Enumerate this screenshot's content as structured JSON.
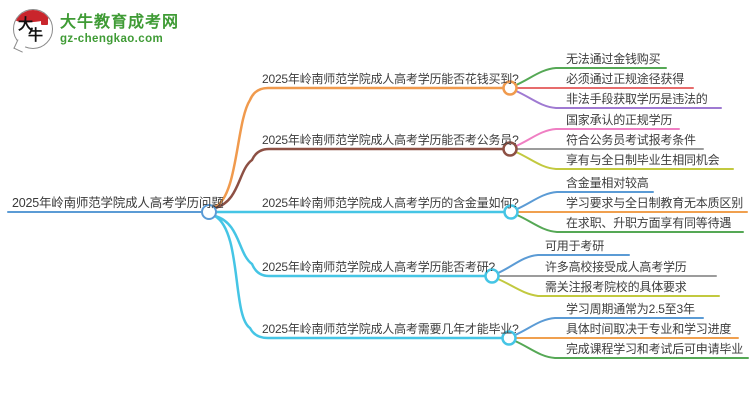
{
  "brand": {
    "name": "大牛教育成考网",
    "domain": "gz-chengkao.com",
    "icon": "daniu-speech-bubble-icon",
    "icon_char_1": "大",
    "icon_char_2": "牛",
    "brand_green": "#3f9b35",
    "seal_red": "#c9252c"
  },
  "palette": {
    "root_blue": "#5b9bd5",
    "cyan": "#45c5e5",
    "orange": "#f09a4d",
    "maroon": "#8d5044",
    "green": "#55a855",
    "red": "#e76c6c",
    "purple": "#9f7ad2",
    "pink": "#ef7fc3",
    "gray": "#9c9c9c",
    "olive": "#c2c93f",
    "blue": "#5b9bd5",
    "text": "#3d3d3d"
  },
  "mindmap": {
    "root": {
      "label": "2025年岭南师范学院成人高考学历问题",
      "color": "#5b9bd5"
    },
    "branches": [
      {
        "label": "2025年岭南师范学院成人高考学历能否花钱买到?",
        "color": "#f09a4d",
        "children": [
          {
            "label": "无法通过金钱购买",
            "color": "#55a855"
          },
          {
            "label": "必须通过正规途径获得",
            "color": "#e76c6c"
          },
          {
            "label": "非法手段获取学历是违法的",
            "color": "#9f7ad2"
          }
        ]
      },
      {
        "label": "2025年岭南师范学院成人高考学历能否考公务员?",
        "color": "#8d5044",
        "children": [
          {
            "label": "国家承认的正规学历",
            "color": "#ef7fc3"
          },
          {
            "label": "符合公务员考试报考条件",
            "color": "#9c9c9c"
          },
          {
            "label": "享有与全日制毕业生相同机会",
            "color": "#c2c93f"
          }
        ]
      },
      {
        "label": "2025年岭南师范学院成人高考学历的含金量如何?",
        "color": "#45c5e5",
        "children": [
          {
            "label": "含金量相对较高",
            "color": "#5b9bd5"
          },
          {
            "label": "学习要求与全日制教育无本质区别",
            "color": "#f0a04f"
          },
          {
            "label": "在求职、升职方面享有同等待遇",
            "color": "#55a855"
          }
        ]
      },
      {
        "label": "2025年岭南师范学院成人高考学历能否考研?",
        "color": "#45c5e5",
        "children": [
          {
            "label": "可用于考研",
            "color": "#5b9bd5"
          },
          {
            "label": "许多高校接受成人高考学历",
            "color": "#9c9c9c"
          },
          {
            "label": "需关注报考院校的具体要求",
            "color": "#c2c93f"
          }
        ]
      },
      {
        "label": "2025年岭南师范学院成人高考需要几年才能毕业?",
        "color": "#45c5e5",
        "children": [
          {
            "label": "学习周期通常为2.5至3年",
            "color": "#5b9bd5"
          },
          {
            "label": "具体时间取决于专业和学习进度",
            "color": "#f0a04f"
          },
          {
            "label": "完成课程学习和考试后可申请毕业",
            "color": "#55a855"
          }
        ]
      }
    ]
  }
}
